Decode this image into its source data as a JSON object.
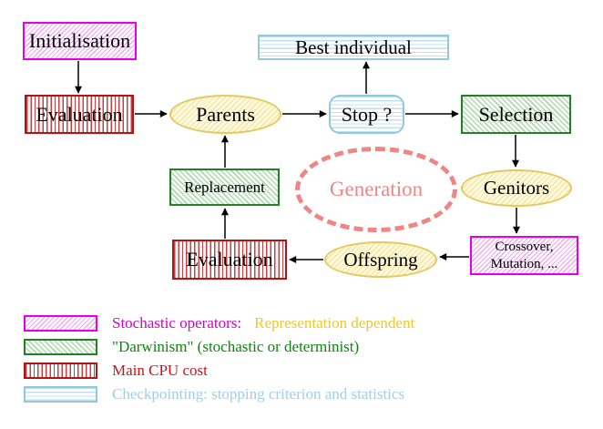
{
  "colors": {
    "magenta": "#e600e6",
    "magenta_hatch": "#f2a6f2",
    "green": "#267f26",
    "green_hatch": "#abcfab",
    "green_bg": "#f3faf3",
    "red": "#b01515",
    "red_stripe": "#c84040",
    "cyan": "#96c8dc",
    "cyan_stripe": "#bfe0ee",
    "yellow": "#e3c95e",
    "yellow_hatch": "#f0dfa0",
    "yellow_bg": "#fefad9",
    "salmon": "#f08585",
    "gold": "#efc82a",
    "magenta_text": "#d400cc",
    "green_text": "#108410",
    "red_text": "#cc1414",
    "cyan_text": "#9fd0e8",
    "ink": "#000000"
  },
  "diagram": {
    "nodes": {
      "initialisation": {
        "label": "Initialisation"
      },
      "evaluation_top": {
        "label": "Evaluation"
      },
      "parents": {
        "label": "Parents"
      },
      "best_individual": {
        "label": "Best individual"
      },
      "stop": {
        "label": "Stop ?"
      },
      "selection": {
        "label": "Selection"
      },
      "genitors": {
        "label": "Genitors"
      },
      "crossover_mutation": {
        "line1": "Crossover,",
        "line2": "Mutation, ..."
      },
      "offspring": {
        "label": "Offspring"
      },
      "evaluation_bottom": {
        "label": "Evaluation"
      },
      "replacement": {
        "label": "Replacement"
      },
      "generation": {
        "label": "Generation"
      }
    }
  },
  "legend": {
    "items": [
      {
        "text": "Stochastic operators:",
        "text2": "Representation dependent"
      },
      {
        "text": "\"Darwinism\" (stochastic or determinist)"
      },
      {
        "text": "Main CPU cost"
      },
      {
        "text": "Checkpointing: stopping criterion and statistics"
      }
    ]
  }
}
